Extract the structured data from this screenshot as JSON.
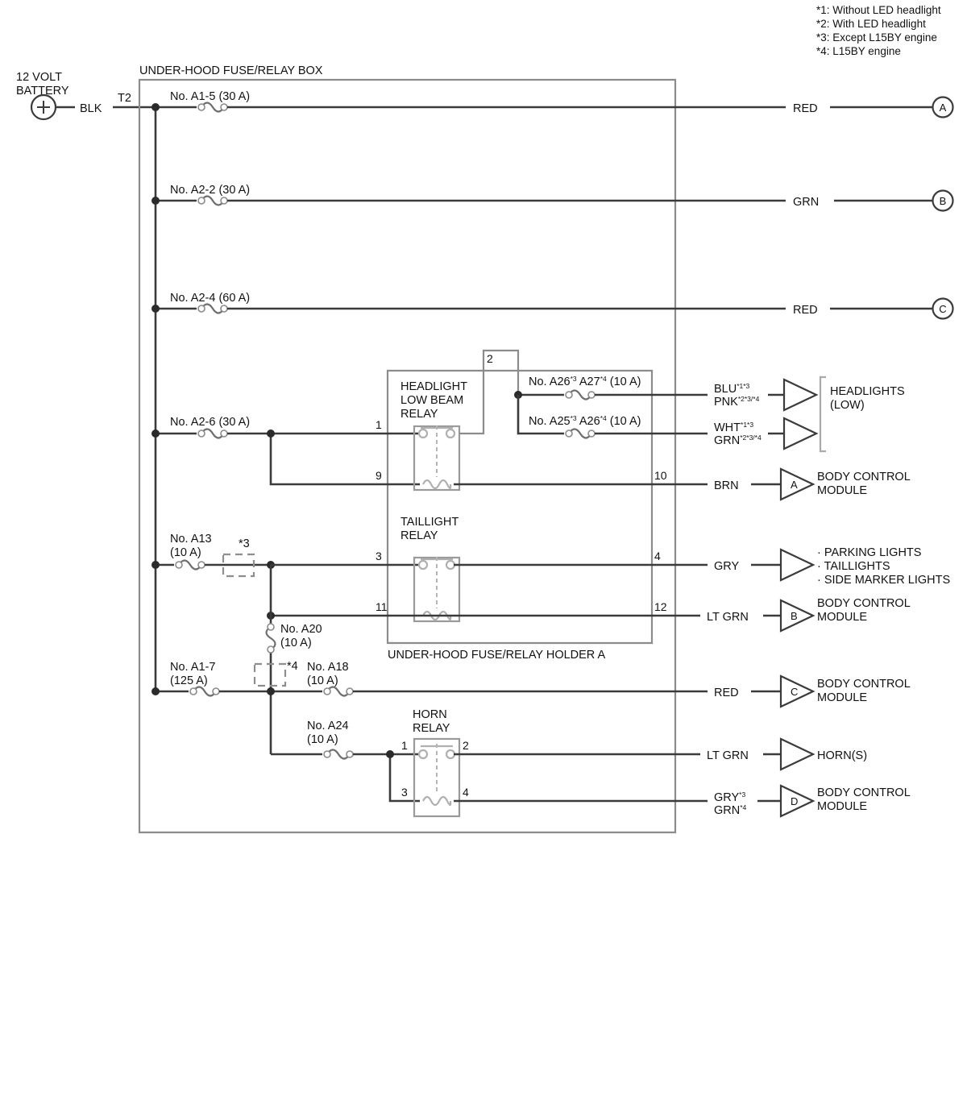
{
  "diagram": {
    "title": "UNDER-HOOD FUSE/RELAY BOX",
    "holder_label": "UNDER-HOOD FUSE/RELAY HOLDER A",
    "battery_label_1": "12 VOLT",
    "battery_label_2": "BATTERY",
    "battery_terminal": "+",
    "battery_wire": "BLK",
    "terminal_t2": "T2"
  },
  "footnotes": [
    "*1: Without LED headlight",
    "*2: With LED headlight",
    "*3: Except L15BY engine",
    "*4: L15BY engine"
  ],
  "fuses": {
    "a1_5": "No. A1-5 (30 A)",
    "a2_2": "No. A2-2 (30 A)",
    "a2_4": "No. A2-4 (60 A)",
    "a2_6": "No. A2-6 (30 A)",
    "a13_l1": "No. A13",
    "a13_l2": "(10 A)",
    "a20_l1": "No. A20",
    "a20_l2": "(10 A)",
    "a1_7_l1": "No. A1-7",
    "a1_7_l2": "(125 A)",
    "a18_l1": "No. A18",
    "a18_l2": "(10 A)",
    "a24_l1": "No. A24",
    "a24_l2": "(10 A)",
    "a26_a27": "No. A26",
    "a26_a27_s1": "*3",
    "a26_a27_b": "A27",
    "a26_a27_s2": "*4",
    "a26_a27_amp": "(10 A)",
    "a25_a26": "No. A25",
    "a25_a26_s1": "*3",
    "a25_a26_b": "A26",
    "a25_a26_s2": "*4",
    "a25_a26_amp": "(10 A)",
    "opt_star3": "*3",
    "opt_star4": "*4"
  },
  "relays": {
    "headlight_low_beam": [
      "HEADLIGHT",
      "LOW BEAM",
      "RELAY"
    ],
    "taillight": [
      "TAILLIGHT",
      "RELAY"
    ],
    "horn": [
      "HORN",
      "RELAY"
    ]
  },
  "pins": {
    "hl_1": "1",
    "hl_2": "2",
    "hl_9": "9",
    "hl_10": "10",
    "tl_3": "3",
    "tl_4": "4",
    "tl_11": "11",
    "tl_12": "12",
    "hr_1": "1",
    "hr_2": "2",
    "hr_3": "3",
    "hr_4": "4"
  },
  "outputs": [
    {
      "wire": "RED",
      "connector": "A",
      "dest": ""
    },
    {
      "wire": "GRN",
      "connector": "B",
      "dest": ""
    },
    {
      "wire": "RED",
      "connector": "C",
      "dest": ""
    }
  ],
  "wire_labels": {
    "blu": "BLU",
    "blu_sup": "*1*3",
    "pnk": "PNK",
    "pnk_sup": "*2*3/*4",
    "wht": "WHT",
    "wht_sup": "*1*3",
    "grn_hl": "GRN",
    "grn_hl_sup": "*2*3/*4",
    "brn": "BRN",
    "gry": "GRY",
    "lt_grn_tail": "LT GRN",
    "red_bcm": "RED",
    "lt_grn_horn": "LT GRN",
    "gry_d": "GRY",
    "gry_d_sup": "*3",
    "grn_d": "GRN",
    "grn_d_sup": "*4"
  },
  "destinations": {
    "headlights_low_1": "HEADLIGHTS",
    "headlights_low_2": "(LOW)",
    "bcm_a_1": "BODY CONTROL",
    "bcm_a_2": "MODULE",
    "lights_1": "· PARKING LIGHTS",
    "lights_2": "· TAILLIGHTS",
    "lights_3": "· SIDE MARKER LIGHTS",
    "bcm_b_1": "BODY CONTROL",
    "bcm_b_2": "MODULE",
    "bcm_c_1": "BODY CONTROL",
    "bcm_c_2": "MODULE",
    "horns": "HORN(S)",
    "bcm_d_1": "BODY CONTROL",
    "bcm_d_2": "MODULE"
  },
  "connector_letters": {
    "a_top": "A",
    "b_top": "B",
    "c_top": "C",
    "bcm_a": "A",
    "bcm_b": "B",
    "bcm_c": "C",
    "bcm_d": "D"
  },
  "colors": {
    "wire": "#3b3b3b",
    "box": "#8c8c8c",
    "relay": "#9a9a9a"
  }
}
